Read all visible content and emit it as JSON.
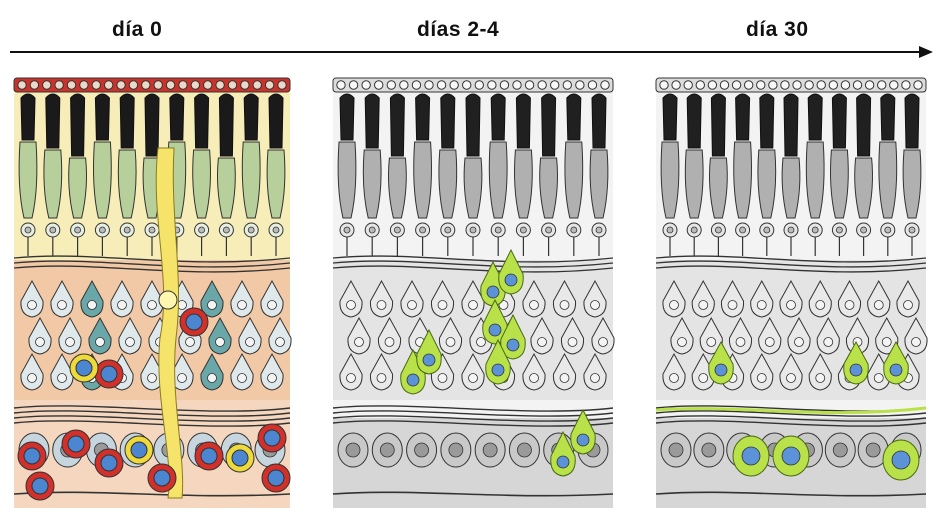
{
  "timeline": {
    "labels": [
      "día 0",
      "días 2-4",
      "día 30"
    ],
    "arrow_color": "#111111"
  },
  "panels": [
    {
      "id": "day0",
      "style": "colored",
      "colors": {
        "top_band": "#c9332b",
        "photoreceptor_tip": "#1a1a1a",
        "photoreceptor_body": "#b7cf9a",
        "upper_bg": "#f7edb9",
        "middle_bg": "#f2c9a6",
        "lower_bg": "#f5d7bf",
        "muller_glia": "#f6e46a",
        "neuron_light": "#dfe9ec",
        "neuron_teal": "#6aa7a8",
        "nucleus_blue": "#4c86d1",
        "ring_red": "#d2302b",
        "ring_yellow": "#eedb3b"
      }
    },
    {
      "id": "day2_4",
      "style": "grayscale",
      "colors": {
        "top_band": "#dcdcdc",
        "photoreceptor_tip": "#202020",
        "photoreceptor_body": "#b0b0b0",
        "bg": "#e4e4e4",
        "highlight": "#b9e24a",
        "nucleus_blue": "#5b92d8"
      }
    },
    {
      "id": "day30",
      "style": "grayscale",
      "colors": {
        "top_band": "#dcdcdc",
        "photoreceptor_tip": "#202020",
        "photoreceptor_body": "#b0b0b0",
        "bg": "#e4e4e4",
        "highlight": "#b9e24a",
        "nucleus_blue": "#5b92d8"
      }
    }
  ]
}
